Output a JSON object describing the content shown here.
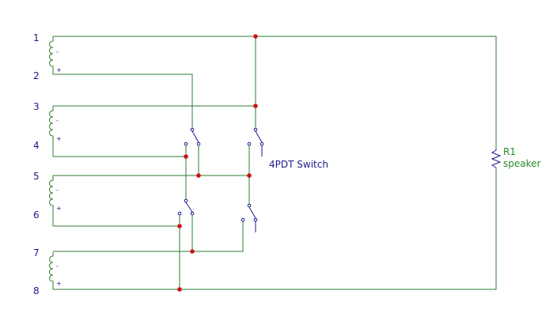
{
  "pins": [
    "1",
    "2",
    "3",
    "4",
    "5",
    "6",
    "7",
    "8"
  ],
  "polarity": {
    "minus": "-",
    "plus": "+"
  },
  "switch": {
    "label": "4PDT Switch"
  },
  "resistor": {
    "ref": "R1",
    "name": "speaker"
  },
  "colors": {
    "wire": "#2e7d32",
    "component": "#1a1a8c",
    "junction": "#cc1111"
  }
}
